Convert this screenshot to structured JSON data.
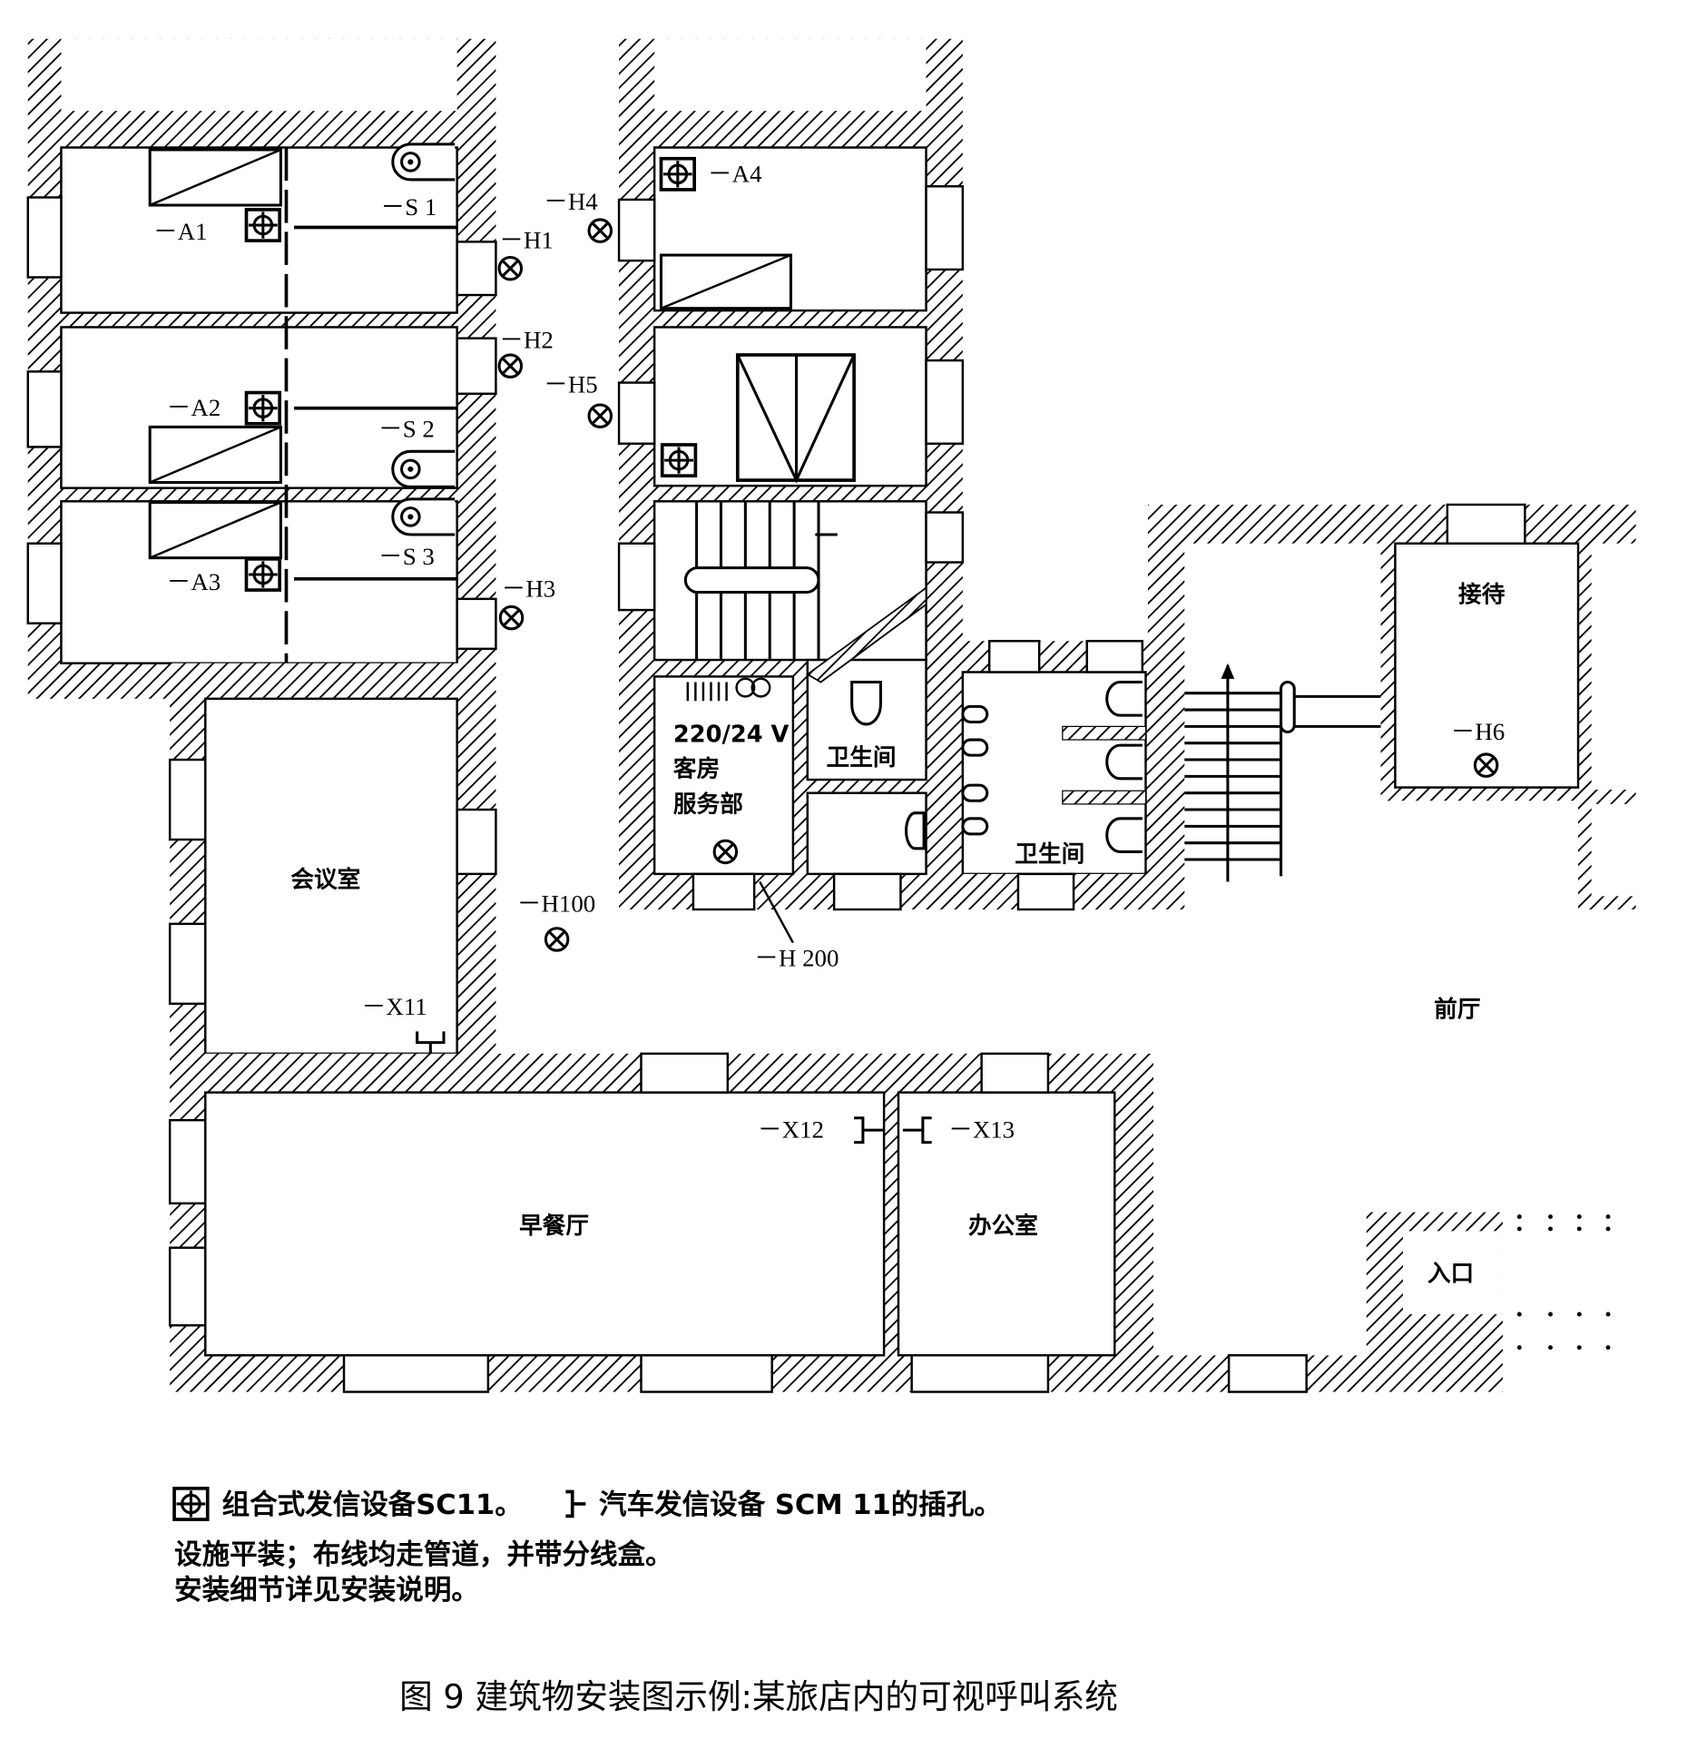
{
  "plan": {
    "rooms": {
      "meeting_room": "会议室",
      "breakfast_hall": "早餐厅",
      "office": "办公室",
      "lobby": "前厅",
      "reception": "接待",
      "entrance": "入口",
      "toilet_1": "卫生间",
      "toilet_2": "卫生间",
      "service_line1": "220/24 V",
      "service_line2": "客房",
      "service_line3": "服务部"
    },
    "devices": {
      "A1": "－A1",
      "A2": "－A2",
      "A3": "－A3",
      "A4": "－A4",
      "S1": "－S 1",
      "S2": "－S 2",
      "S3": "－S 3",
      "H1": "－H1",
      "H2": "－H2",
      "H3": "－H3",
      "H4": "－H4",
      "H5": "－H5",
      "H6": "－H6",
      "H100": "－H100",
      "H200": "－H 200",
      "X11": "－X11",
      "X12": "－X12",
      "X13": "－X13"
    }
  },
  "legend": {
    "line1a": "组合式发信设备SC11。",
    "line1b": "汽车发信设备  SCM 11的插孔。",
    "line2": "设施平装；布线均走管道，并带分线盒。",
    "line3": "安装细节详见安装说明。"
  },
  "caption": "图 9   建筑物安装图示例:某旅店内的可视呼叫系统"
}
